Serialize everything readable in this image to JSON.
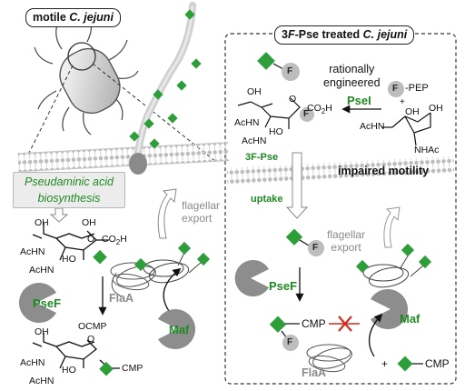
{
  "panels": {
    "left_title_prefix": "motile ",
    "left_title_italic": "C. jejuni",
    "right_title_prefix": "3",
    "right_title_F": "F",
    "right_title_mid": "-Pse treated ",
    "right_title_italic": "C. jejuni"
  },
  "left": {
    "pathway_line1": "Pseudaminic acid",
    "pathway_line2": "biosynthesis",
    "flagellar_line1": "flagellar",
    "flagellar_line2": "export",
    "psef": "PseF",
    "flaa": "FlaA",
    "maf": "Maf",
    "oh_top": "OH",
    "oh_ring": "OH",
    "co2h": "CO",
    "co2h_sub": "2",
    "co2h_end": "H",
    "achn1": "AcHN",
    "achn2": "AcHN",
    "ho": "HO",
    "oh_bottom": "OH",
    "ocmp": "OCMP",
    "achn3": "AcHN",
    "achn4": "AcHN",
    "ho2": "HO",
    "cmp": "CMP",
    "o_ring1": "O",
    "o_ring2": "O"
  },
  "right": {
    "rational1": "rationally",
    "rational2": "engineered",
    "psei": "PseI",
    "fpep": "-PEP",
    "f_letter": "F",
    "plus": "+",
    "oh_a": "OH",
    "oh_b": "OH",
    "achn_sugar": "AcHN",
    "nhac": "NHAc",
    "oh_prod": "OH",
    "co2h": "CO",
    "co2h_sub": "2",
    "co2h_end": "H",
    "achn_p1": "AcHN",
    "achn_p2": "AcHN",
    "ho_p": "HO",
    "o_p": "O",
    "f_p": "F",
    "pse3f": "3F-Pse",
    "uptake": "uptake",
    "impaired": "impaired motility",
    "flagellar_line1": "flagellar",
    "flagellar_line2": "export",
    "psef": "PseF",
    "cmp": "CMP",
    "maf": "Maf",
    "flaa": "FlaA",
    "plus2": "+",
    "cmp2": "CMP",
    "f_top": "F",
    "f_mid": "F",
    "f_cmp": "F"
  },
  "colors": {
    "green": "#1f8a22",
    "sugar_green": "#2e9e3a",
    "gray_shape": "#8d8d8d",
    "red": "#d42a1e",
    "membrane": "#b9b9b9"
  }
}
